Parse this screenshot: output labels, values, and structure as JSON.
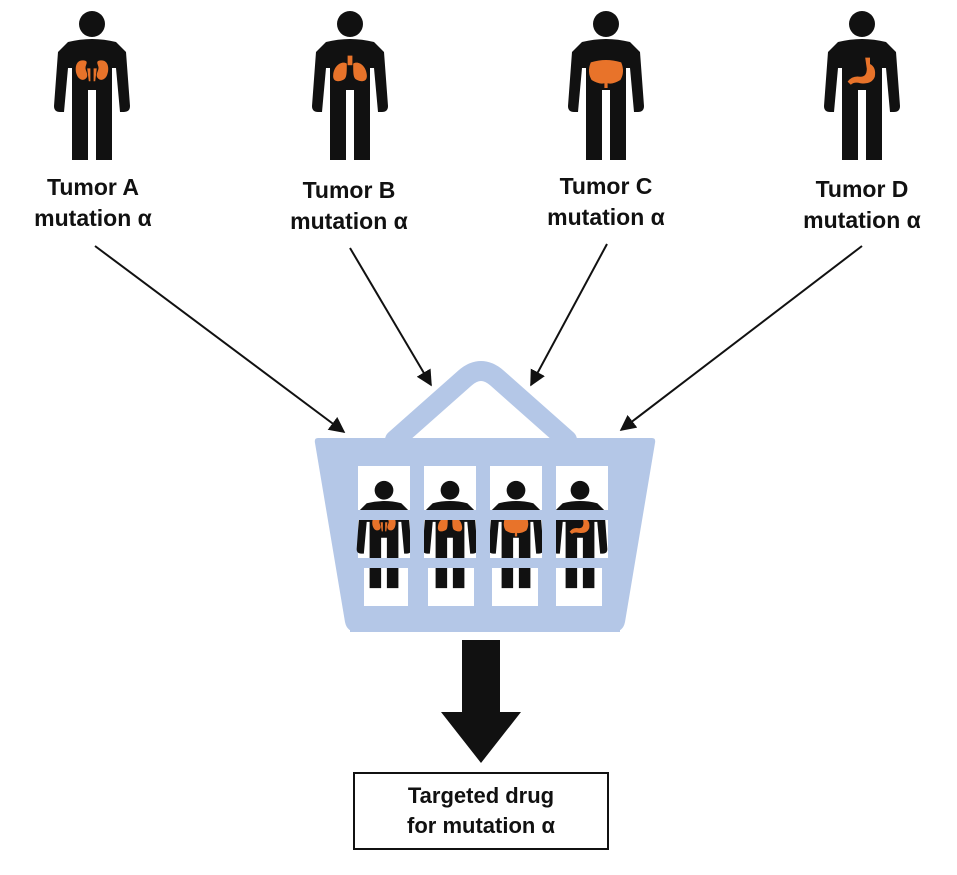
{
  "patients": [
    {
      "tumor_label": "Tumor A",
      "mutation_label": "mutation α",
      "organ_icon": "kidney-icon"
    },
    {
      "tumor_label": "Tumor B",
      "mutation_label": "mutation α",
      "organ_icon": "lungs-icon"
    },
    {
      "tumor_label": "Tumor C",
      "mutation_label": "mutation α",
      "organ_icon": "intestine-icon"
    },
    {
      "tumor_label": "Tumor D",
      "mutation_label": "mutation α",
      "organ_icon": "stomach-icon"
    }
  ],
  "result": {
    "line1": "Targeted drug",
    "line2": "for mutation α"
  },
  "colors": {
    "person": "#111111",
    "organ": "#E8732A",
    "basket": "#B4C7E7",
    "arrow": "#111111",
    "text": "#111111"
  }
}
